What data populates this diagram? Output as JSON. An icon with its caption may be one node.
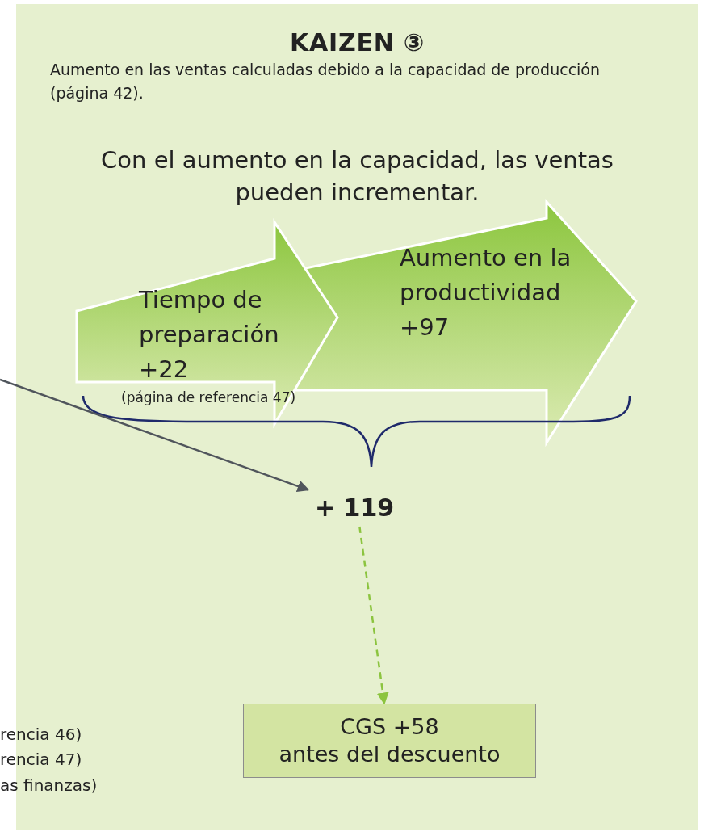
{
  "diagram": {
    "title": "KAIZEN ③",
    "nodes": [
      {
        "text": [
          "Tiempo de preparación +22"
        ],
        "beside": [
          "(página de referencia 47)"
        ]
      },
      {
        "text": [
          "Aumento en la productividad +97"
        ]
      },
      {
        "text": [
          "+ 119"
        ]
      },
      {
        "text": [
          "CGS +58",
          "antes del descuento"
        ]
      }
    ],
    "edges": [
      {
        "from": null,
        "to": 2,
        "arrow": "to",
        "color": "#50555c"
      },
      {
        "from": 2,
        "to": 3,
        "arrow": "to",
        "style": "dashed",
        "color": "#8cc43f"
      }
    ],
    "labels": [
      "Aumento en las ventas calculadas debido a la capacidad de producción (página 42).",
      "Con el aumento en la capacidad, las ventas pueden incrementar.",
      "rencia 46)",
      "rencia 47)",
      "as finanzas)"
    ]
  }
}
